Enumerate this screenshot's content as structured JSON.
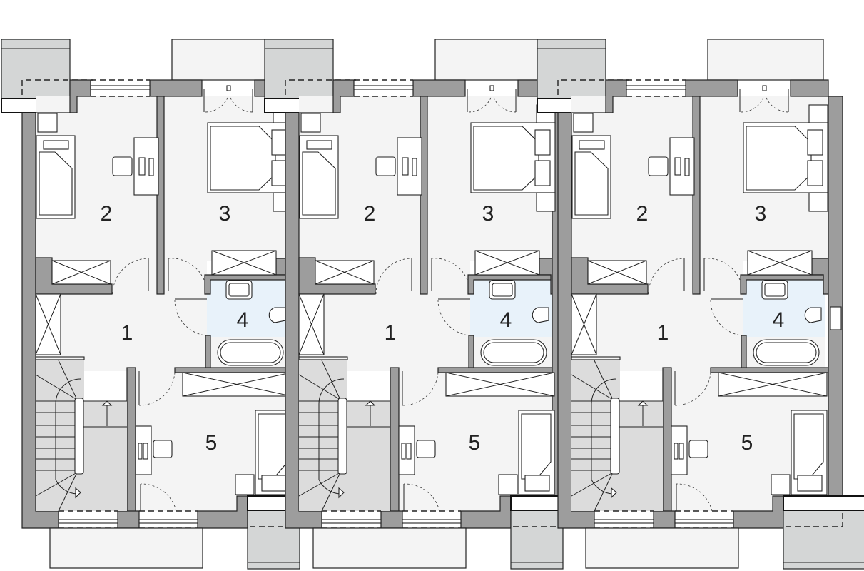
{
  "plan": {
    "colors": {
      "wall": "#9d9d9d",
      "floor": "#f4f4f4",
      "bathroom": "#e8f2fa",
      "balcony": "#d4d6d6"
    },
    "units": [
      {
        "rooms": {
          "r1": "1",
          "r2": "2",
          "r3": "3",
          "r4": "4",
          "r5": "5"
        }
      },
      {
        "rooms": {
          "r1": "1",
          "r2": "2",
          "r3": "3",
          "r4": "4",
          "r5": "5"
        }
      },
      {
        "rooms": {
          "r1": "1",
          "r2": "2",
          "r3": "3",
          "r4": "4",
          "r5": "5"
        }
      }
    ]
  }
}
